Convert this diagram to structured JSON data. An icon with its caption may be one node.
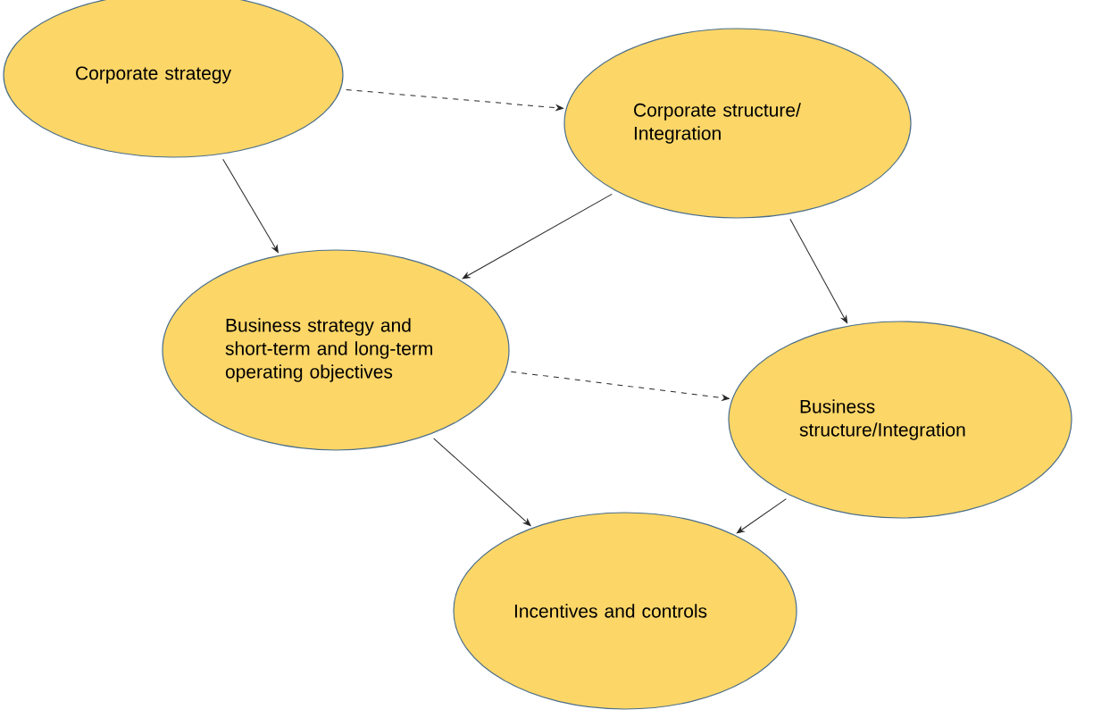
{
  "diagram": {
    "nodes": [
      {
        "text": [
          "Corporate strategy"
        ]
      },
      {
        "text": [
          "Corporate structure/ Integration"
        ]
      },
      {
        "text": [
          "Business strategy and short-term and long-term operating objectives"
        ]
      },
      {
        "text": [
          "Business structure/Integration"
        ]
      },
      {
        "text": [
          "Incentives and controls"
        ]
      }
    ],
    "edges": [
      {
        "from": 0,
        "to": 1,
        "arrow": "to",
        "style": "dashed"
      },
      {
        "from": 0,
        "to": 2,
        "arrow": "to"
      },
      {
        "from": 1,
        "to": 2,
        "arrow": "to"
      },
      {
        "from": 1,
        "to": 3,
        "arrow": "to"
      },
      {
        "from": 2,
        "to": 3,
        "arrow": "to",
        "style": "dashed"
      },
      {
        "from": 2,
        "to": 4,
        "arrow": "to"
      },
      {
        "from": 3,
        "to": 4,
        "arrow": "to"
      }
    ]
  }
}
